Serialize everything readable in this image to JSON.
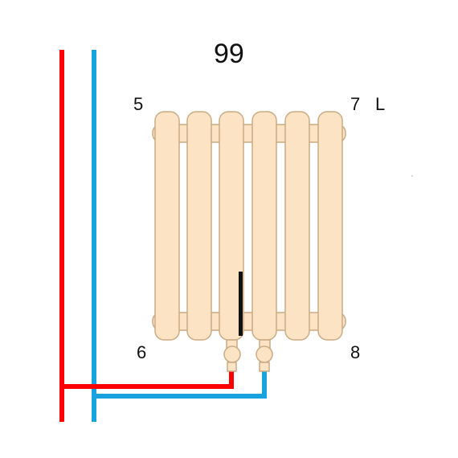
{
  "labels": {
    "title": "99",
    "top_left": "5",
    "top_right": "7",
    "side": "L",
    "bottom_left": "6",
    "bottom_right": "8"
  },
  "radiator": {
    "section_count": 6,
    "body_color": "#fbe3c4",
    "outline_color": "#c9ab84"
  },
  "pipes": {
    "supply_color": "#ff0000",
    "return_color": "#18a3e0"
  },
  "icons": {
    "valve": "valve-icon",
    "thermostat": "thermostat-rod-icon"
  }
}
